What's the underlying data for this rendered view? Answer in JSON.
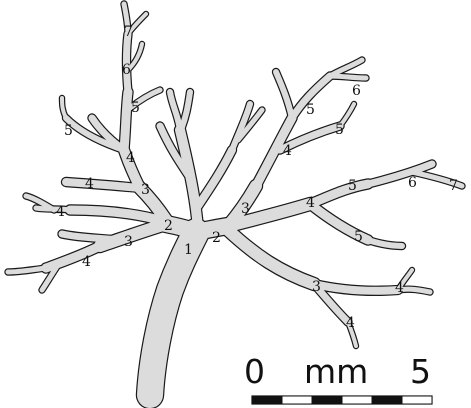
{
  "figure": {
    "branch_order_labels": {
      "trunk": "1",
      "fork_left": "2",
      "fork_right": "2",
      "left_lower": "3",
      "left_lower_tip": "4",
      "left_upper_tip": "4",
      "left_mid": "3",
      "left_mid_tip": "4",
      "upper_left_a": "4",
      "upper_left_b": "5",
      "top_a": "5",
      "top_b": "6",
      "top_c": "7",
      "right_up": "3",
      "right_up_a": "4",
      "right_up_b": "5",
      "right_up_c": "5",
      "right_up_d": "6",
      "right_mid": "4",
      "right_mid_a": "5",
      "right_mid_b": "6",
      "right_mid_c": "7",
      "right_mid_d": "5",
      "right_low": "3",
      "right_low_a": "4",
      "right_low_b": "4"
    },
    "scale_bar": {
      "label_start": "0",
      "label_unit": "mm",
      "label_end": "5",
      "segments": 6
    },
    "colors": {
      "branch_fill": "#dcdcdc",
      "outline": "#1a1a1a",
      "text": "#111111"
    }
  }
}
